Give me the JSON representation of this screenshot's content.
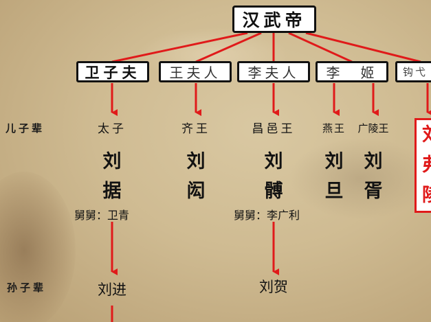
{
  "emperor": "汉武帝",
  "consorts": [
    "卫子夫",
    "王夫人",
    "李夫人",
    "李　姬",
    "钩弋"
  ],
  "generations": {
    "sons": "儿子辈",
    "grandsons": "孙子辈"
  },
  "sons": [
    {
      "title": "太子",
      "surname": "刘",
      "given": "据"
    },
    {
      "title": "齐王",
      "surname": "刘",
      "given": "闳"
    },
    {
      "title": "昌邑王",
      "surname": "刘",
      "given": "髆"
    },
    {
      "title": "燕王",
      "surname": "刘",
      "given": "旦"
    },
    {
      "title": "广陵王",
      "surname": "刘",
      "given": "胥"
    }
  ],
  "partial_son": [
    "刘",
    "弗",
    "陵"
  ],
  "uncles": [
    "舅舅：卫青",
    "舅舅：李广利"
  ],
  "grandsons": [
    "刘进",
    "刘贺"
  ],
  "colors": {
    "arrow": "#e01a1a",
    "box_border": "#111111",
    "highlight_border": "#e01a1a"
  }
}
